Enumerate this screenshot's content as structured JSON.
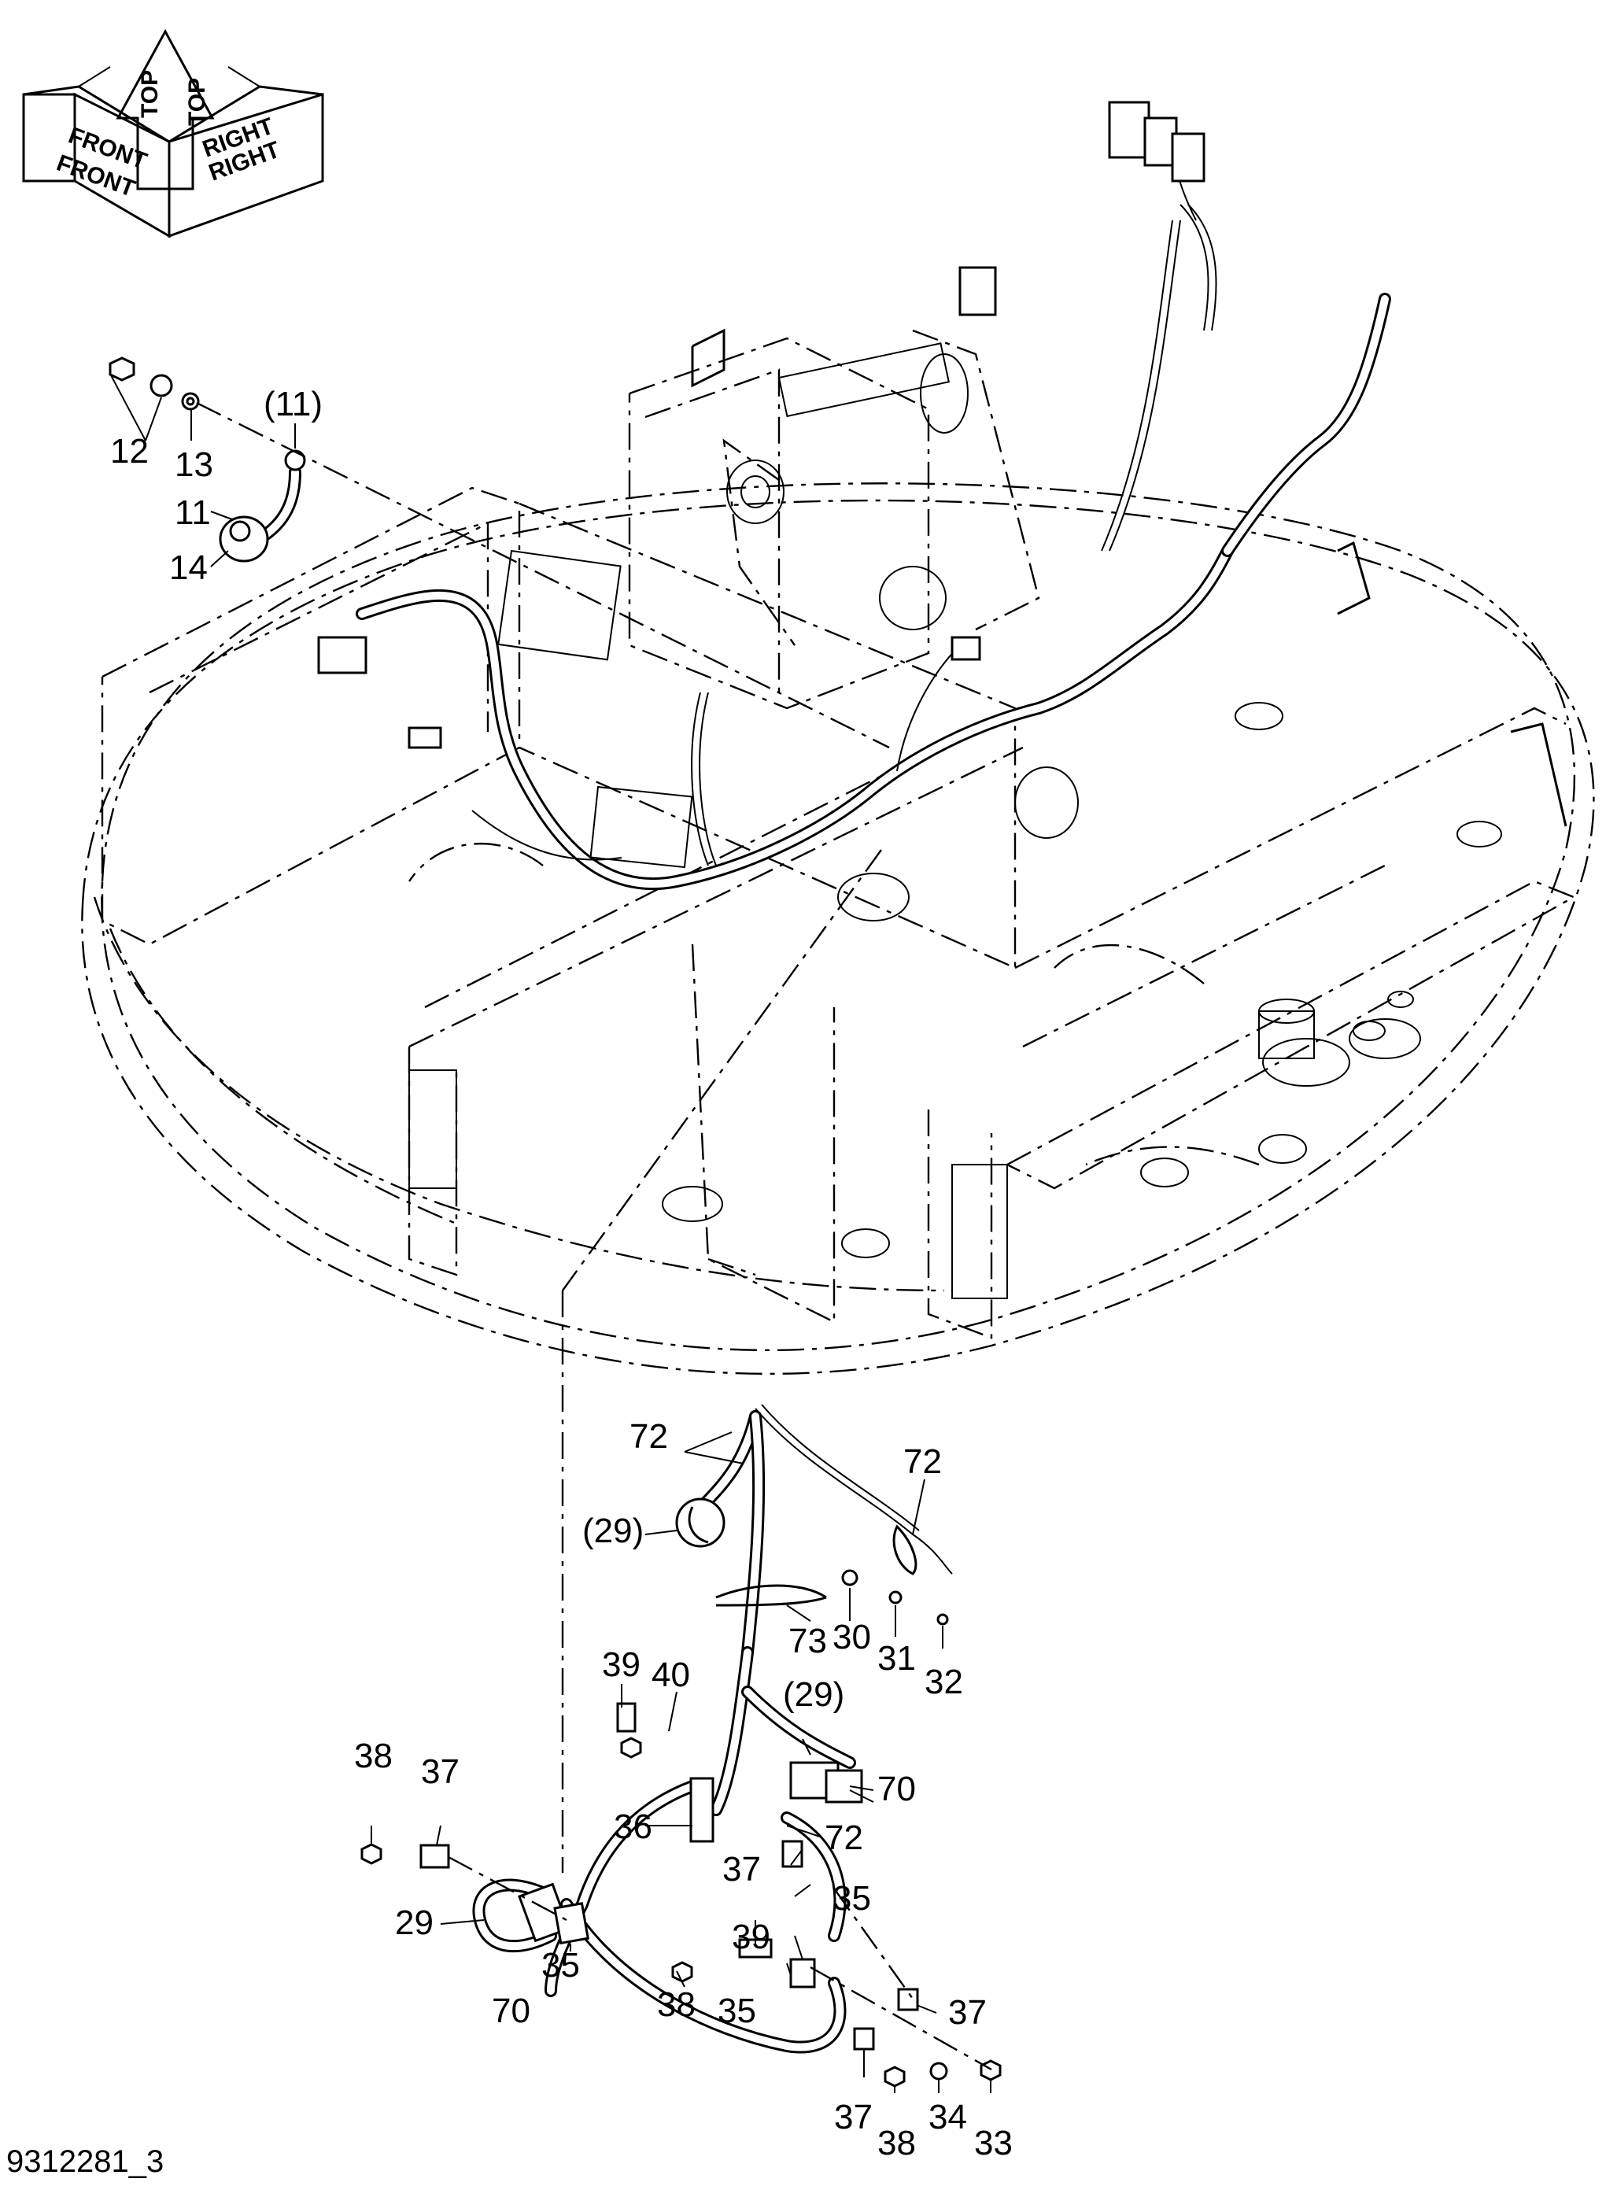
{
  "orientation": {
    "front": "FRONT",
    "top": "TOP",
    "right": "RIGHT"
  },
  "callouts": {
    "c11_ref": "(11)",
    "c12": "12",
    "c13": "13",
    "c11": "11",
    "c14": "14",
    "c72_a": "72",
    "c72_b": "72",
    "c29_ref_a": "(29)",
    "c73": "73",
    "c30": "30",
    "c31": "31",
    "c32": "32",
    "c39_a": "39",
    "c40": "40",
    "c29_ref_b": "(29)",
    "c70_a": "70",
    "c38_a": "38",
    "c37_a": "37",
    "c36": "36",
    "c72_c": "72",
    "c37_b": "37",
    "c29": "29",
    "c35_a": "35",
    "c39_b": "39",
    "c38_b": "38",
    "c70_b": "70",
    "c35_b": "35",
    "c35_c": "35",
    "c37_c": "37",
    "c37_d": "37",
    "c38_c": "38",
    "c34": "34",
    "c33": "33"
  },
  "document_id": "9312281_3"
}
